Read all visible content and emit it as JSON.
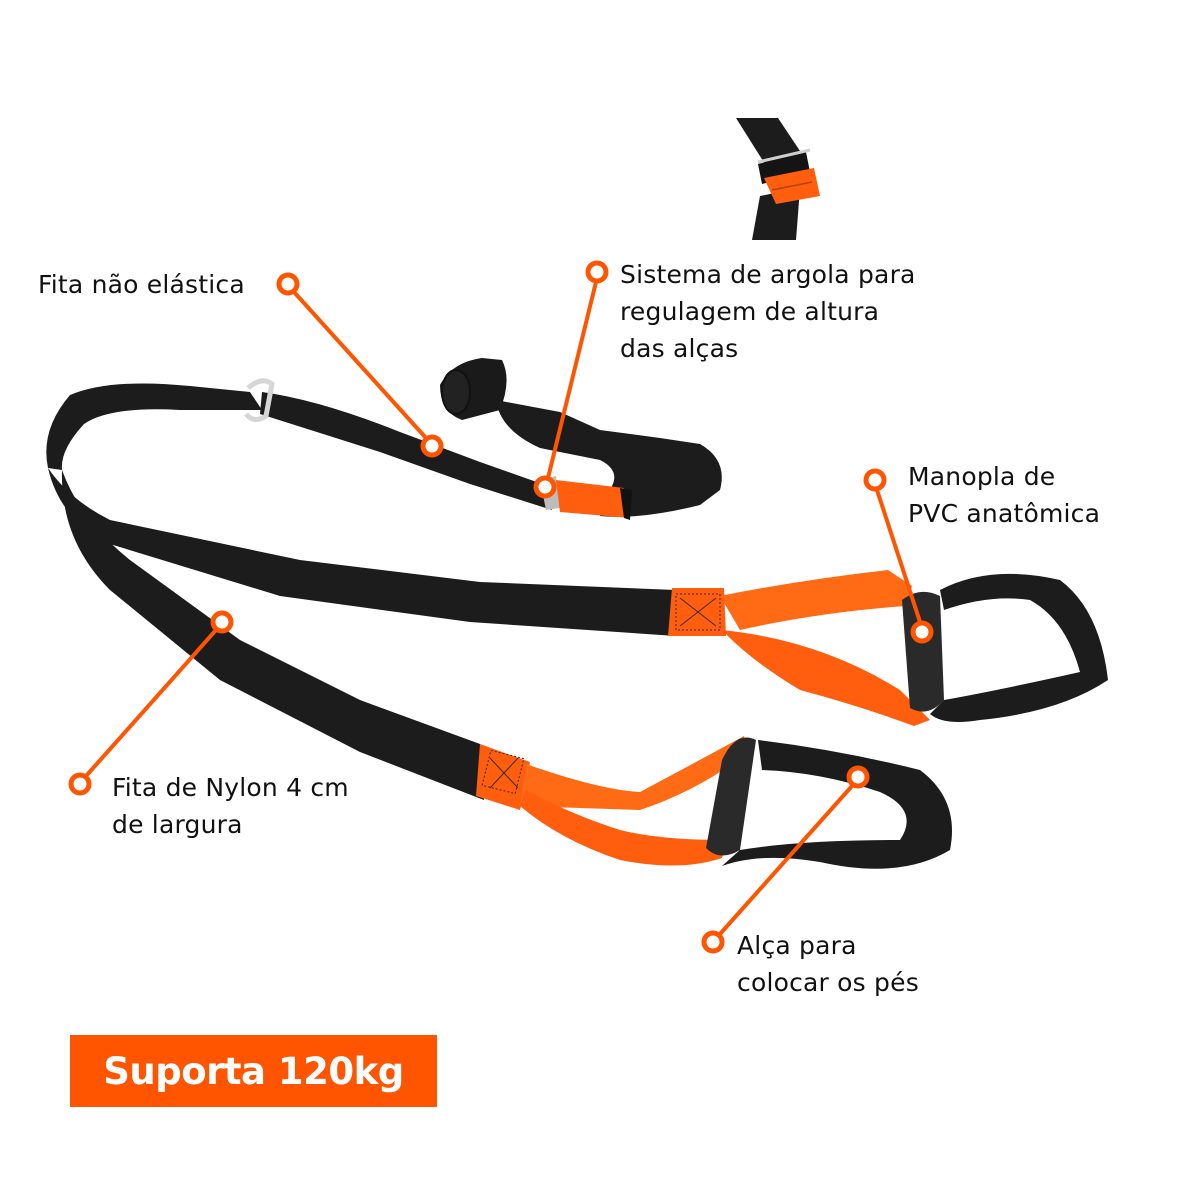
{
  "colors": {
    "accent": "#FF5500",
    "strap_black": "#1c1c1c",
    "strap_orange": "#FF5E0E",
    "handle": "#2a2a2a",
    "text": "#111111",
    "background": "#ffffff"
  },
  "callouts": [
    {
      "id": "fita-nao-elastica",
      "lines": [
        "Fita não elástica"
      ]
    },
    {
      "id": "sistema-argola",
      "lines": [
        "Sistema de argola para",
        "regulagem de altura",
        "das alças"
      ]
    },
    {
      "id": "manopla-pvc",
      "lines": [
        "Manopla de",
        "PVC anatômica"
      ]
    },
    {
      "id": "fita-nylon",
      "lines": [
        "Fita de Nylon 4 cm",
        "de largura"
      ]
    },
    {
      "id": "alca-pes",
      "lines": [
        "Alça para",
        "colocar os pés"
      ]
    }
  ],
  "badge": {
    "label": "Suporta 120kg"
  },
  "product": {
    "name": "suspension-training-strap",
    "icons": [
      "d-ring-icon",
      "buckle-icon",
      "pvc-handle-icon",
      "foot-loop-icon",
      "rolled-strap-icon"
    ]
  }
}
